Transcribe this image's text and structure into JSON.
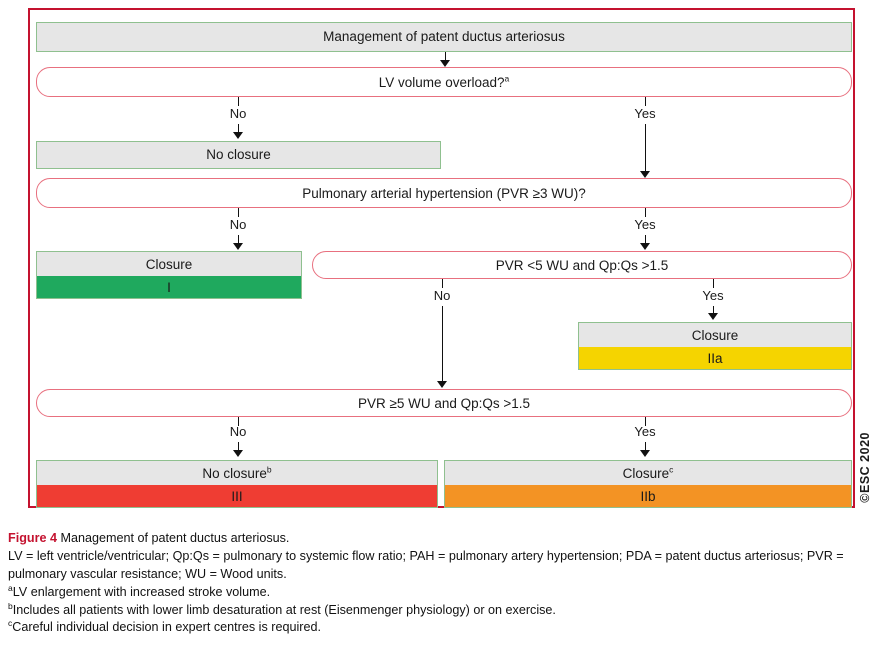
{
  "figure": {
    "number": "Figure 4",
    "title": "Management of patent ductus arteriosus.",
    "copyright": "©ESC 2020"
  },
  "diagram": {
    "title_node": "Management of patent ductus arteriosus",
    "decisions": [
      {
        "id": "d1",
        "text": "LV volume overload?",
        "sup": "a"
      },
      {
        "id": "d2",
        "text": "Pulmonary arterial hypertension (PVR ≥3 WU)?",
        "sup": ""
      },
      {
        "id": "d3",
        "text": "PVR <5 WU and Qp:Qs >1.5",
        "sup": ""
      },
      {
        "id": "d4",
        "text": "PVR ≥5 WU and Qp:Qs >1.5",
        "sup": ""
      }
    ],
    "outcomes": [
      {
        "id": "o_noclosure",
        "text": "No closure",
        "sup": "",
        "class": ""
      },
      {
        "id": "o_closure_I",
        "text": "Closure",
        "sup": "",
        "class": "I"
      },
      {
        "id": "o_closure_IIa",
        "text": "Closure",
        "sup": "",
        "class": "IIa"
      },
      {
        "id": "o_noclosure_III",
        "text": "No closure",
        "sup": "b",
        "class": "III"
      },
      {
        "id": "o_closure_IIb",
        "text": "Closure",
        "sup": "c",
        "class": "IIb"
      }
    ],
    "branch_labels": {
      "d1_no": "No",
      "d1_yes": "Yes",
      "d2_no": "No",
      "d2_yes": "Yes",
      "d3_no": "No",
      "d3_yes": "Yes",
      "d4_no": "No",
      "d4_yes": "Yes"
    }
  },
  "caption": {
    "line_abbrev": "LV = left ventricle/ventricular; Qp:Qs = pulmonary to systemic flow ratio; PAH = pulmonary artery hypertension; PDA = patent ductus arteriosus; PVR = pulmonary vascular resistance; WU = Wood units.",
    "note_a_marker": "a",
    "note_a": "LV enlargement with increased stroke volume.",
    "note_b_marker": "b",
    "note_b": "Includes all patients with lower limb desaturation at rest (Eisenmenger physiology) or on exercise.",
    "note_c_marker": "c",
    "note_c": "Careful individual decision in expert centres is required."
  },
  "colors": {
    "frame_red": "#c4122f",
    "class_I_green": "#1fa95e",
    "class_IIa_yellow": "#f5d400",
    "class_IIb_orange": "#f39324",
    "class_III_red": "#ef3d33",
    "node_gray": "#e6e6e6",
    "node_border_green": "#8fc08f",
    "decision_border_red": "#e8707f"
  }
}
